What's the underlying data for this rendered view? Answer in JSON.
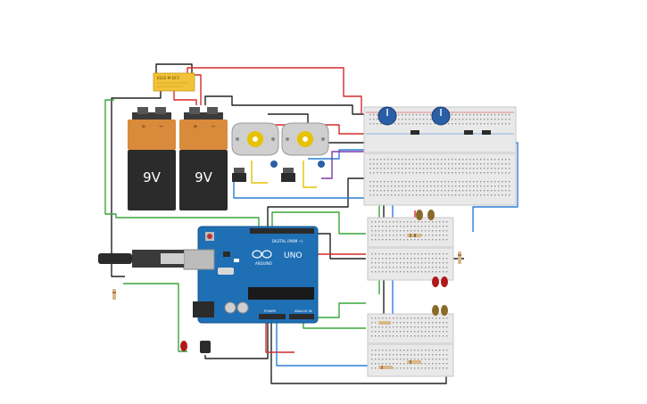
{
  "colors": {
    "background": "#ffffff",
    "wire_red": "#d62a2a",
    "wire_black": "#222222",
    "wire_green": "#3aa53a",
    "wire_blue": "#2a7fd4",
    "wire_purple": "#7a3aa8",
    "wire_yellow": "#e6c200",
    "wire_gray": "#8a8a8a",
    "arduino_board": "#1f6fb5",
    "battery_top": "#d98a3a",
    "battery_body": "#2b2b2b",
    "breadboard": "#e9e9e9",
    "knob": "#2a5fa8",
    "relay": "#f2c23a"
  },
  "battery_left": {
    "voltage": "9V",
    "plus": "+",
    "minus": "−"
  },
  "battery_right": {
    "voltage": "9V",
    "plus": "+",
    "minus": "−"
  },
  "arduino": {
    "brand": "ARDUINO",
    "model": "UNO",
    "header_digital": "DIGITAL (PWM ~)",
    "header_power": "POWER",
    "header_analog": "ANALOG IN"
  },
  "relay": {
    "label": "KS2E-M-DC5"
  },
  "icons": [
    "battery-icon",
    "dc-motor-icon",
    "potentiometer-icon",
    "usb-cable-icon",
    "led-icon",
    "resistor-icon",
    "transistor-icon",
    "relay-icon"
  ]
}
